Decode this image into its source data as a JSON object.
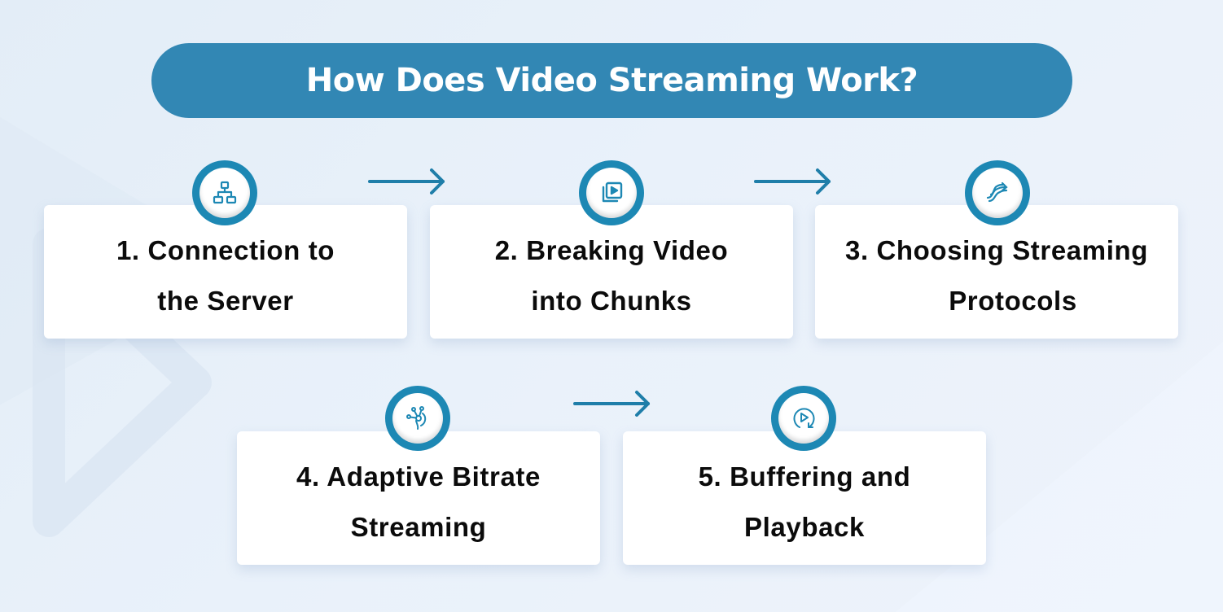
{
  "header": {
    "title": "How Does Video Streaming Work?"
  },
  "colors": {
    "primary": "#3287b4",
    "icon_ring": "#1d88b4",
    "arrow": "#1f7ea9",
    "card_bg": "#ffffff",
    "text": "#0b0b0b",
    "background": "#e7eff9"
  },
  "steps": [
    {
      "number": "1.",
      "line1": "1. Connection to",
      "line2": "the Server",
      "icon": "network-icon"
    },
    {
      "number": "2.",
      "line1": "2. Breaking Video",
      "line2": "into Chunks",
      "icon": "video-library-icon"
    },
    {
      "number": "3.",
      "line1": "3. Choosing Streaming",
      "line2": "Protocols",
      "icon": "stream-flow-icon"
    },
    {
      "number": "4.",
      "line1": "4. Adaptive Bitrate",
      "line2": "Streaming",
      "icon": "adaptive-nodes-icon"
    },
    {
      "number": "5.",
      "line1": "5. Buffering and",
      "line2": "Playback",
      "icon": "replay-play-icon"
    }
  ],
  "arrows": [
    {
      "from": 1,
      "to": 2
    },
    {
      "from": 2,
      "to": 3
    },
    {
      "from": 4,
      "to": 5
    }
  ]
}
